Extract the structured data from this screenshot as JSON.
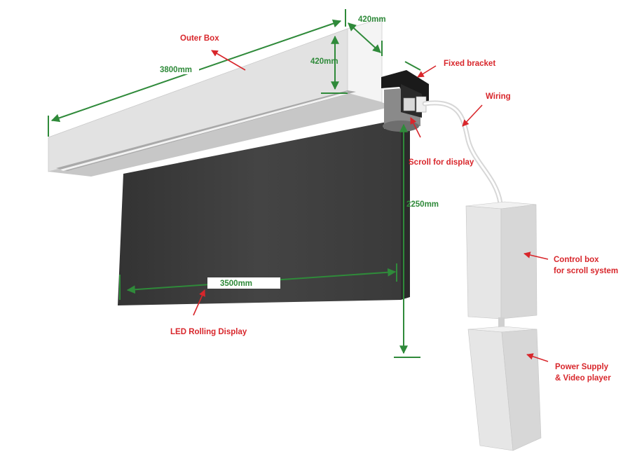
{
  "labels": {
    "outer_box": "Outer Box",
    "fixed_bracket": "Fixed bracket",
    "wiring": "Wiring",
    "scroll_for_display": "Scroll for display",
    "control_box_line1": "Control box",
    "control_box_line2": "for scroll system",
    "power_supply_line1": "Power Supply",
    "power_supply_line2": "& Video player",
    "led_rolling_display": "LED Rolling Display"
  },
  "dimensions": {
    "box_length": "3800mm",
    "box_depth": "420mm",
    "box_height": "420mm",
    "display_height": "2250mm",
    "display_width": "3500mm"
  },
  "colors": {
    "label_red": "#d8262b",
    "dimension_green": "#2f8a3a",
    "screen_dark": "#3d3d3d",
    "box_light": "#e4e4e4",
    "bracket_black": "#1a1a1a"
  }
}
